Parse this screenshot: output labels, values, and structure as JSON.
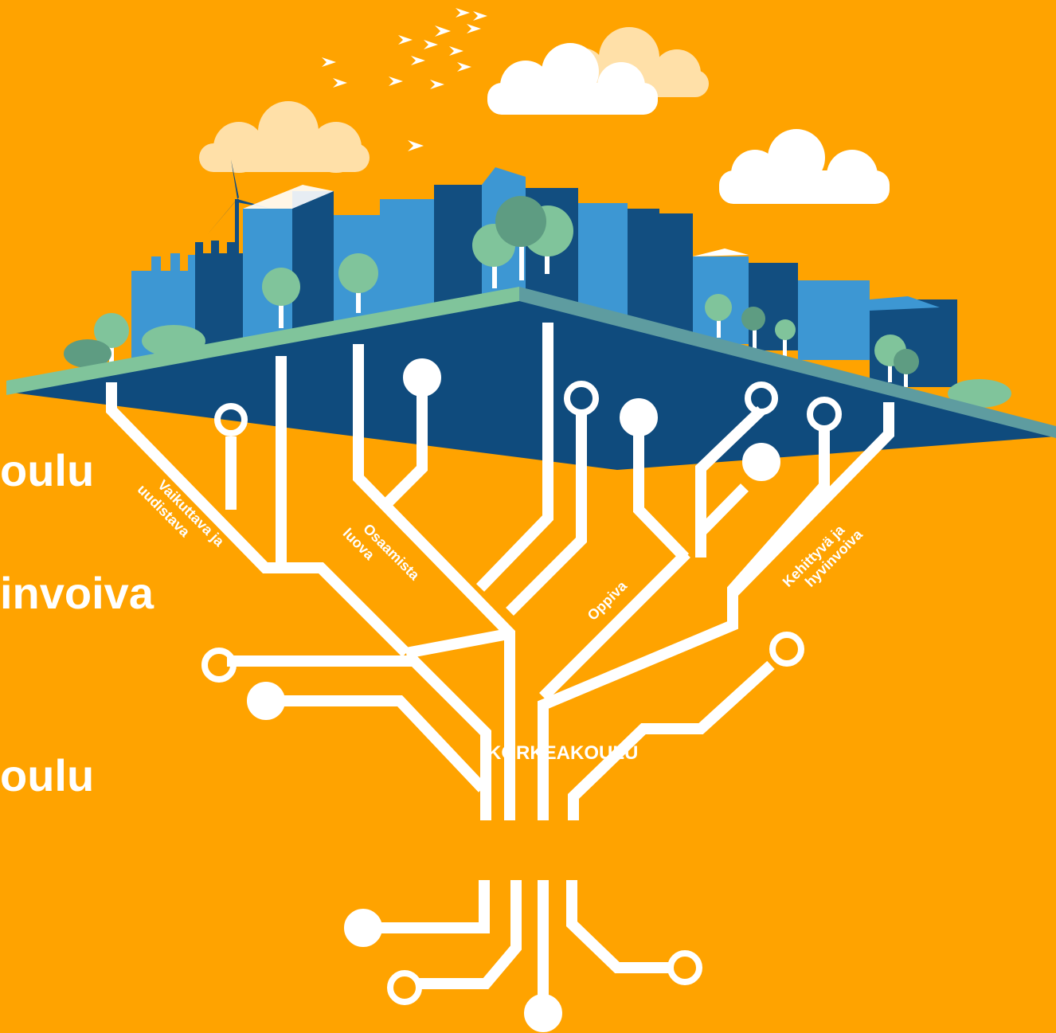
{
  "colors": {
    "background": "#FFA300",
    "circuit": "#FFFFFF",
    "ground_dark": "#0F4B7D",
    "building_light": "#3D97D3",
    "building_dark": "#124E80",
    "tree": "#80C49B",
    "cloud_light": "#FFE0A8",
    "cloud_white": "#FFFFFF"
  },
  "side_texts": [
    "oulu",
    "invoiva",
    "oulu"
  ],
  "branches": [
    {
      "lines": [
        "Vaikuttava ja",
        "uudistava"
      ]
    },
    {
      "lines": [
        "Osaamista",
        "luova"
      ]
    },
    {
      "lines": [
        "Oppiva"
      ]
    },
    {
      "lines": [
        "Kehittyvä ja",
        "hyvinvoiva"
      ]
    }
  ],
  "trunk_label": "KORKEAKOULU"
}
